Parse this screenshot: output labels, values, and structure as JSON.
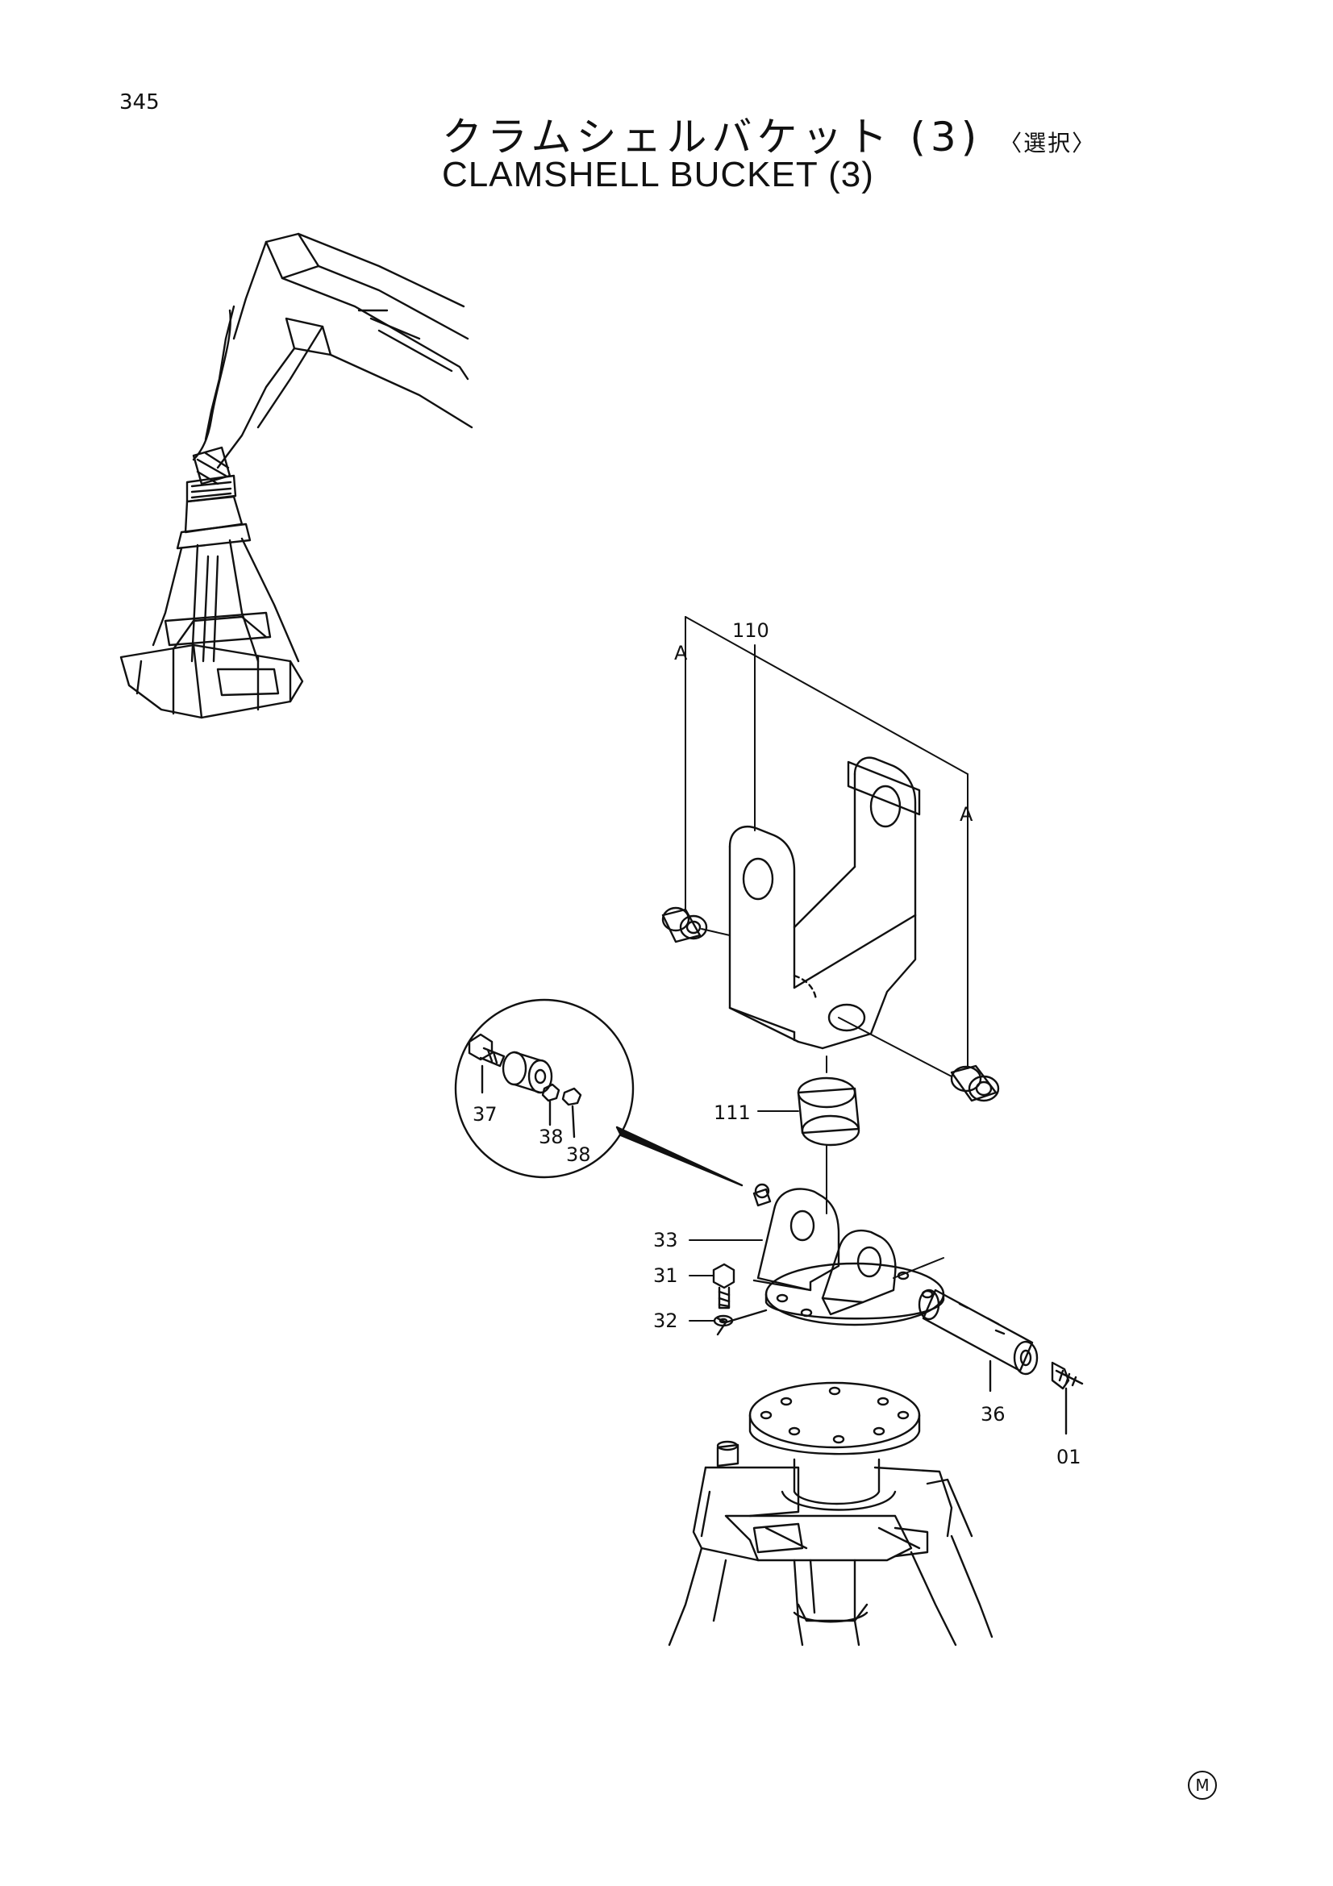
{
  "page_number": "345",
  "title": {
    "jp": "クラムシェルバケット (3)",
    "jp_sub": "〈選択〉",
    "en": "CLAMSHELL  BUCKET (3)"
  },
  "callouts": {
    "c110": "110",
    "a1": "A",
    "a2": "A",
    "c111": "111",
    "c37": "37",
    "c38a": "38",
    "c38b": "38",
    "c33": "33",
    "c31": "31",
    "c32": "32",
    "c36": "36",
    "c01": "01"
  },
  "corner_mark": "M"
}
